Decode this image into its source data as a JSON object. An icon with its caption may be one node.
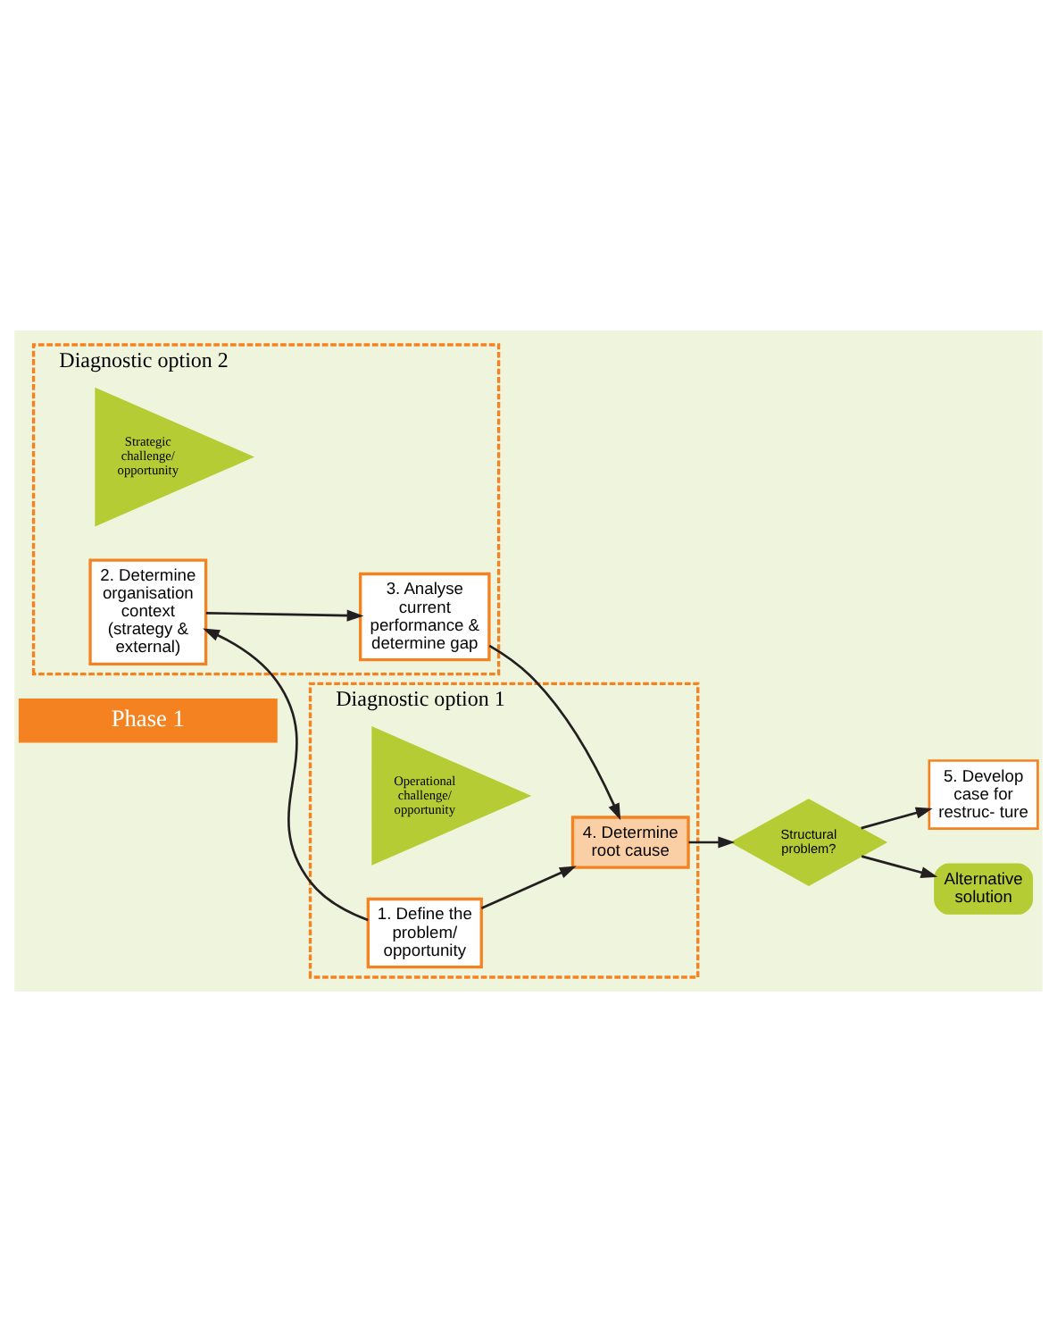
{
  "diagram": {
    "nodes": [
      {
        "text": [
          "Phase 1"
        ]
      },
      {
        "text": [
          "Diagnostic option 2"
        ]
      },
      {
        "text": [
          "Strategic challenge/ opportunity"
        ],
        "in": 1
      },
      {
        "text": [
          "2. Determine organisation context (strategy & external)"
        ],
        "in": 1
      },
      {
        "text": [
          "3. Analyse current performance & determine gap"
        ],
        "in": 1
      },
      {
        "text": [
          "Diagnostic option 1"
        ]
      },
      {
        "text": [
          "Operational challenge/ opportunity"
        ],
        "in": 5
      },
      {
        "text": [
          "1. Define the problem/ opportunity"
        ],
        "in": 5
      },
      {
        "text": [
          "4. Determine root cause"
        ],
        "in": 5
      },
      {
        "text": [
          "Structural problem?"
        ]
      },
      {
        "text": [
          "5. Develop case for restruc- ture"
        ]
      },
      {
        "text": [
          "Alternative solution"
        ]
      }
    ],
    "edges": [
      {
        "from": 7,
        "to": 3,
        "arrow": "to"
      },
      {
        "from": 3,
        "to": 4,
        "arrow": "to"
      },
      {
        "from": 4,
        "to": 8,
        "arrow": "to"
      },
      {
        "from": 7,
        "to": 8,
        "arrow": "to"
      },
      {
        "from": 8,
        "to": 9,
        "arrow": "to"
      },
      {
        "from": 9,
        "to": 10,
        "arrow": "to"
      },
      {
        "from": 9,
        "to": 11,
        "arrow": "to"
      }
    ]
  }
}
